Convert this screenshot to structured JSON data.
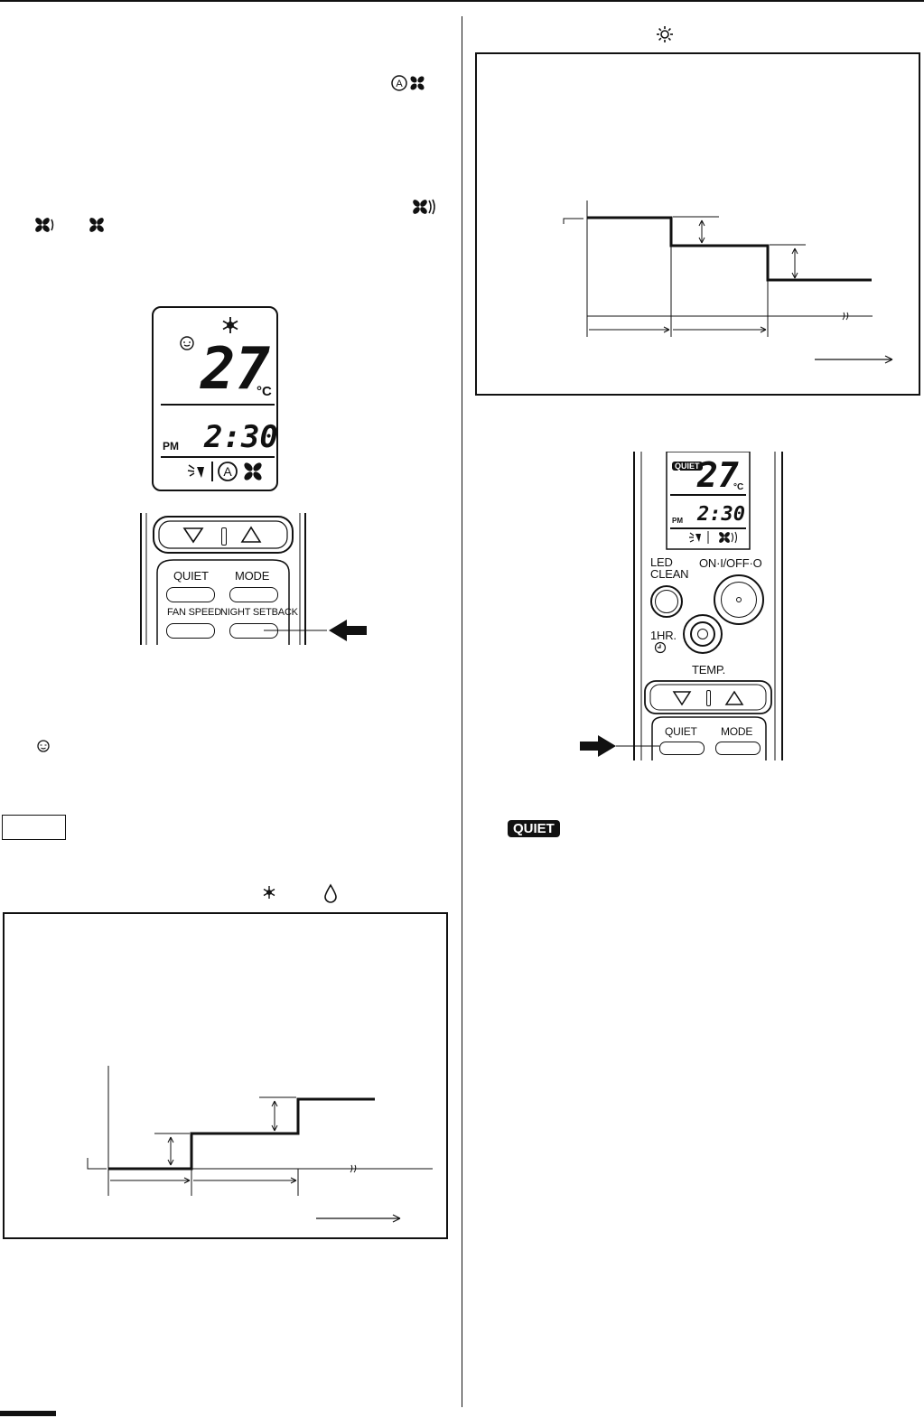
{
  "left_column": {
    "auto_fan_icons": [
      "auto-icon",
      "fan-low-icon"
    ],
    "fan_speed_icons": [
      "fan-high-icon",
      "fan-medium-icon",
      "fan-low-icon"
    ],
    "display": {
      "temperature": "27",
      "unit": "°C",
      "time_period": "PM",
      "time": "2:30",
      "mode_icon": "snowflake-icon",
      "sleep_icon": "sleep-face-icon"
    },
    "remote": {
      "buttons": [
        "QUIET",
        "MODE",
        "FAN SPEED",
        "NIGHT SETBACK"
      ]
    },
    "cool_dry_icons": [
      "snowflake-icon",
      "drop-icon"
    ]
  },
  "right_column": {
    "heat_icon": "sun-icon",
    "remote": {
      "display": {
        "badge": "QUIET",
        "temperature": "27",
        "unit": "°C",
        "time_period": "PM",
        "time": "2:30"
      },
      "buttons": {
        "led_clean": "LED CLEAN",
        "on_off": "ON·I/OFF·O",
        "one_hr": "1HR.",
        "temp": "TEMP.",
        "quiet": "QUIET",
        "mode": "MODE"
      }
    },
    "quiet_badge": "QUIET"
  }
}
